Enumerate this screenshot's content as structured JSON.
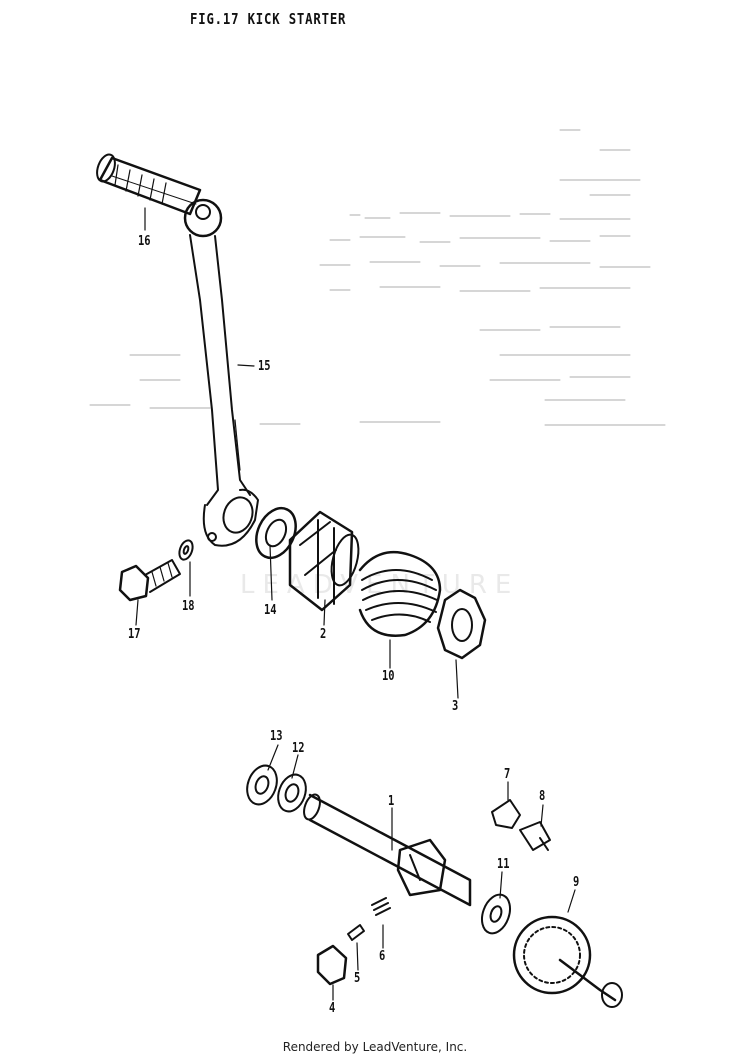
{
  "title": "FIG.17  KICK STARTER",
  "watermark": "LEADVENTURE",
  "footer": "Rendered by LeadVenture, Inc.",
  "callouts": [
    "1",
    "2",
    "3",
    "4",
    "5",
    "6",
    "7",
    "8",
    "9",
    "10",
    "11",
    "12",
    "13",
    "14",
    "15",
    "16",
    "17",
    "18"
  ]
}
